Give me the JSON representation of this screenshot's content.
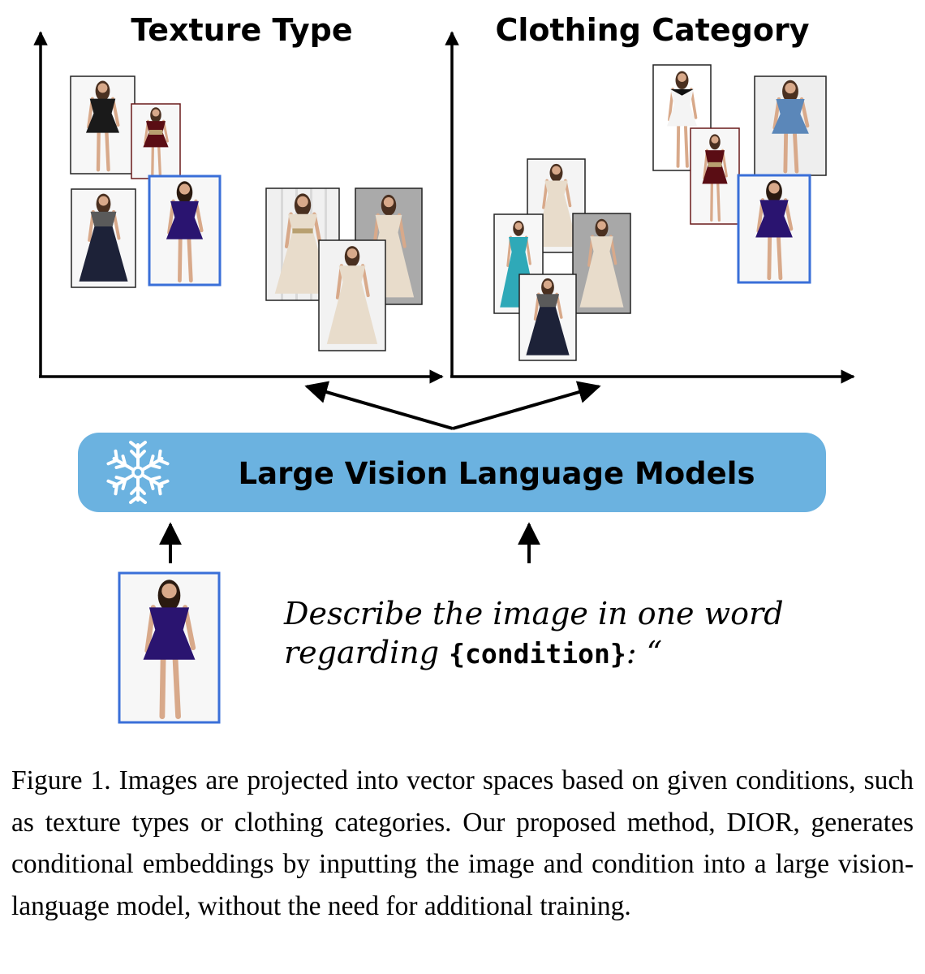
{
  "panels": {
    "texture": {
      "title": "Texture Type"
    },
    "category": {
      "title": "Clothing Category"
    }
  },
  "model": {
    "label": "Large Vision Language Models",
    "icon": "snowflake-icon",
    "color": "#6bb2e0"
  },
  "prompt": {
    "line1": "Describe the image in one word",
    "line2_prefix": "regarding ",
    "condition": "{condition}",
    "line2_suffix": ": “"
  },
  "caption": {
    "text": "Figure 1. Images are projected into vector spaces based on given conditions, such as texture types or clothing categories.  Our proposed method, DIOR, generates conditional embeddings by inputting the image and condition into a large vision-language model, without the need for additional training."
  },
  "colors": {
    "highlight_border": "#3a6fd8",
    "axis": "#000000",
    "velvet_purple": "#2a1470",
    "burgundy": "#5a0d14",
    "black_dress": "#1a1a1a",
    "navy": "#1d2238",
    "champagne": "#e8dccb",
    "teal": "#2fa9b8",
    "white_dress": "#f4f4f4",
    "denim": "#5b87b9",
    "skin": "#d8a98a",
    "hair": "#4a3020"
  }
}
